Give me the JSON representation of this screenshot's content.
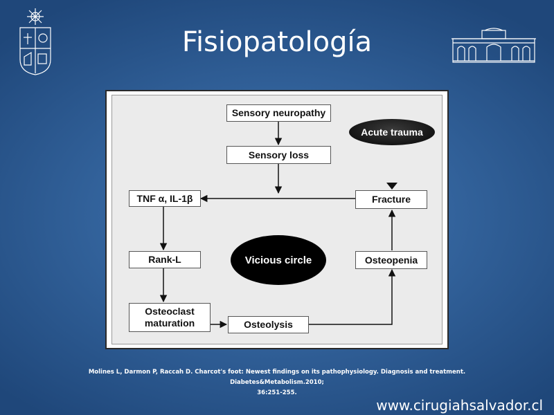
{
  "slide": {
    "title": "Fisiopatología",
    "citation_line1": "Molines L, Darmon P, Raccah D. Charcot's foot: Newest findings on its  pathophysiology. Diagnosis and treatment. Diabetes&Metabolism.2010;",
    "citation_line2": "36:251-255.",
    "website": "www.cirugiahsalvador.cl"
  },
  "diagram": {
    "nodes": {
      "sensory_neuropathy": "Sensory neuropathy",
      "sensory_loss": "Sensory loss",
      "acute_trauma": "Acute trauma",
      "tnf_il1": "TNF α, IL-1β",
      "fracture": "Fracture",
      "rank_l": "Rank-L",
      "vicious_circle": "Vicious circle",
      "osteopenia": "Osteopenia",
      "osteoclast_maturation_line1": "Osteoclast",
      "osteoclast_maturation_line2": "maturation",
      "osteolysis": "Osteolysis"
    }
  },
  "colors": {
    "background": "#33639c",
    "panel": "#ebebeb",
    "ellipse": "#000000",
    "acute_trauma_fill": "#1e1e1e"
  },
  "logos": {
    "left_icon": "university-crest-icon",
    "right_icon": "building-facade-icon"
  }
}
